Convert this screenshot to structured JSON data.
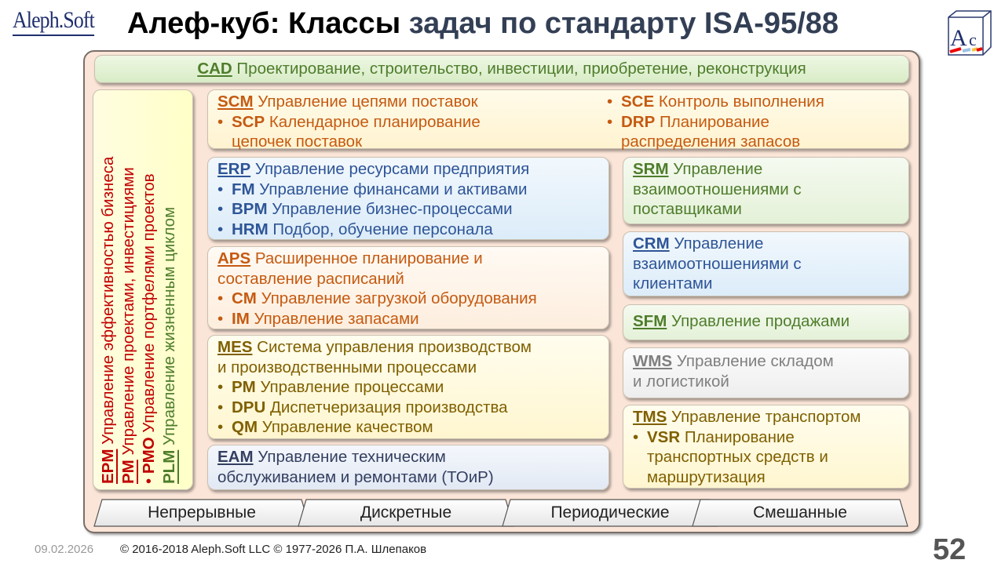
{
  "header": {
    "logo": "Aleph.Soft",
    "title_part1": "Алеф-куб: Классы",
    "title_part2": " задач по стандарту ISA-95/88",
    "cube_logo": "Ac"
  },
  "cad": {
    "key": "CAD",
    "text": " Проектирование, строительство, инвестиции, приобретение, реконструкция"
  },
  "left": {
    "epm": {
      "key": "EPM",
      "text": " Управление эффективностью бизнеса"
    },
    "pm": {
      "key": "PM",
      "text": " Управление проектами, инвестициями"
    },
    "pmo": {
      "bullet": "•",
      "key": "PMO",
      "text": " Управление портфелями проектов"
    },
    "plm": {
      "key": "PLM",
      "text": " Управление жизненным циклом"
    }
  },
  "scm": {
    "key": "SCM",
    "text": " Управление цепями поставок",
    "scp_key": "SCP",
    "scp_text1": " Календарное планирование",
    "scp_text2": "цепочек поставок",
    "sce_key": "SCE",
    "sce_text": " Контроль выполнения",
    "drp_key": "DRP",
    "drp_text1": " Планирование",
    "drp_text2": "распределения запасов"
  },
  "erp": {
    "key": "ERP",
    "text": " Управление ресурсами предприятия",
    "items": [
      {
        "key": "FM",
        "text": " Управление финансами и активами"
      },
      {
        "key": "BPM",
        "text": " Управление бизнес-процессами"
      },
      {
        "key": "HRM",
        "text": " Подбор, обучение персонала"
      }
    ]
  },
  "aps": {
    "key": "APS",
    "text1": " Расширенное планирование и",
    "text2": "составление расписаний",
    "items": [
      {
        "key": "CM",
        "text": " Управление загрузкой оборудования"
      },
      {
        "key": "IM",
        "text": " Управление запасами"
      }
    ]
  },
  "mes": {
    "key": "MES",
    "text1": " Система управления производством",
    "text2": "и производственными процессами",
    "items": [
      {
        "key": "PM",
        "text": " Управление процессами"
      },
      {
        "key": "DPU",
        "text": " Диспетчеризация производства"
      },
      {
        "key": "QM",
        "text": " Управление качеством"
      }
    ]
  },
  "eam": {
    "key": "EAM",
    "text1": " Управление техническим",
    "text2": "обслуживанием и ремонтами (ТОиР)"
  },
  "srm": {
    "key": "SRM",
    "text1": " Управление",
    "text2": "взаимоотношениями с",
    "text3": "поставщиками"
  },
  "crm": {
    "key": "CRM",
    "text1": " Управление",
    "text2": "взаимоотношениями с",
    "text3": "клиентами"
  },
  "sfm": {
    "key": "SFM",
    "text": " Управление продажами"
  },
  "wms": {
    "key": "WMS",
    "text1": " Управление складом",
    "text2": "и логистикой"
  },
  "tms": {
    "key": "TMS",
    "text": " Управление транспортом",
    "vsr_key": "VSR",
    "vsr_text1": " Планирование",
    "vsr_text2": "транспортных средств и",
    "vsr_text3": "маршрутизация"
  },
  "tabs": [
    "Непрерывные",
    "Дискретные",
    "Периодические",
    "Смешанные"
  ],
  "bullet": "•",
  "footer": {
    "date": "09.02.2026",
    "copyright": "© 2016-2018 Aleph.Soft LLC © 1977-2026 П.А. Шлепаков",
    "page": "52"
  }
}
